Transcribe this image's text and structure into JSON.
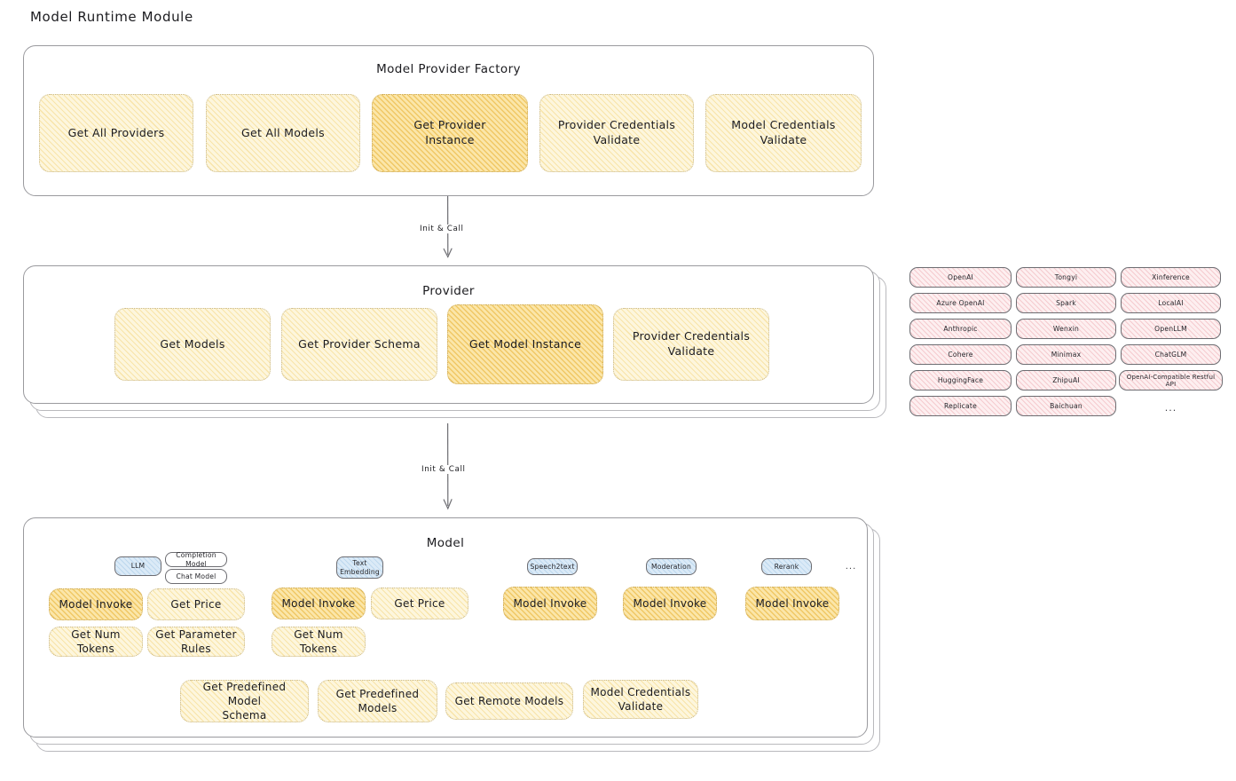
{
  "page": {
    "title": "Model Runtime Module"
  },
  "sections": {
    "factory": {
      "title": "Model Provider Factory",
      "nodes": [
        {
          "label": "Get All Providers",
          "highlight": false
        },
        {
          "label": "Get All Models",
          "highlight": false
        },
        {
          "label": "Get Provider\nInstance",
          "highlight": true
        },
        {
          "label": "Provider Credentials\nValidate",
          "highlight": false
        },
        {
          "label": "Model Credentials\nValidate",
          "highlight": false
        }
      ]
    },
    "provider": {
      "title": "Provider",
      "stack_layers": 3,
      "nodes": [
        {
          "label": "Get Models",
          "highlight": false
        },
        {
          "label": "Get Provider Schema",
          "highlight": false
        },
        {
          "label": "Get Model Instance",
          "highlight": true
        },
        {
          "label": "Provider Credentials\nValidate",
          "highlight": false
        }
      ]
    },
    "model": {
      "title": "Model",
      "stack_layers": 3,
      "ellipsis": "...",
      "types": [
        {
          "name": "LLM",
          "sub_badges": [
            "Completion Model",
            "Chat Model"
          ],
          "methods_row1": [
            {
              "label": "Model Invoke",
              "highlight": true
            },
            {
              "label": "Get Price",
              "highlight": false
            }
          ],
          "methods_row2": [
            {
              "label": "Get Num Tokens",
              "highlight": false
            },
            {
              "label": "Get Parameter\nRules",
              "highlight": false
            }
          ]
        },
        {
          "name": "Text\nEmbedding",
          "sub_badges": [],
          "methods_row1": [
            {
              "label": "Model Invoke",
              "highlight": true
            },
            {
              "label": "Get Price",
              "highlight": false
            }
          ],
          "methods_row2": [
            {
              "label": "Get Num Tokens",
              "highlight": false
            }
          ]
        },
        {
          "name": "Speech2text",
          "sub_badges": [],
          "methods_row1": [
            {
              "label": "Model Invoke",
              "highlight": true
            }
          ],
          "methods_row2": []
        },
        {
          "name": "Moderation",
          "sub_badges": [],
          "methods_row1": [
            {
              "label": "Model Invoke",
              "highlight": true
            }
          ],
          "methods_row2": []
        },
        {
          "name": "Rerank",
          "sub_badges": [],
          "methods_row1": [
            {
              "label": "Model Invoke",
              "highlight": true
            }
          ],
          "methods_row2": []
        }
      ],
      "shared_methods": [
        {
          "label": "Get Predefined Model\nSchema"
        },
        {
          "label": "Get Predefined\nModels"
        },
        {
          "label": "Get Remote Models"
        },
        {
          "label": "Model Credentials\nValidate"
        }
      ]
    }
  },
  "provider_list": {
    "ellipsis": "...",
    "columns": [
      [
        "OpenAI",
        "Azure OpenAI",
        "Anthropic",
        "Cohere",
        "HuggingFace",
        "Replicate"
      ],
      [
        "Tongyi",
        "Spark",
        "Wenxin",
        "Minimax",
        "ZhipuAI",
        "Baichuan"
      ],
      [
        "Xinference",
        "LocalAI",
        "OpenLLM",
        "ChatGLM",
        "OpenAI-Compatible Restful API"
      ]
    ]
  },
  "arrows": [
    {
      "label": "Init & Call"
    },
    {
      "label": "Init & Call"
    }
  ],
  "colors": {
    "node_fill": "#fdf6dd",
    "node_highlight_fill": "#fbe6a9",
    "chip_fill": "#fdeff0",
    "badge_fill": "#dbeaf7",
    "stroke": "#6d6d72",
    "text": "#1b1b1f"
  }
}
